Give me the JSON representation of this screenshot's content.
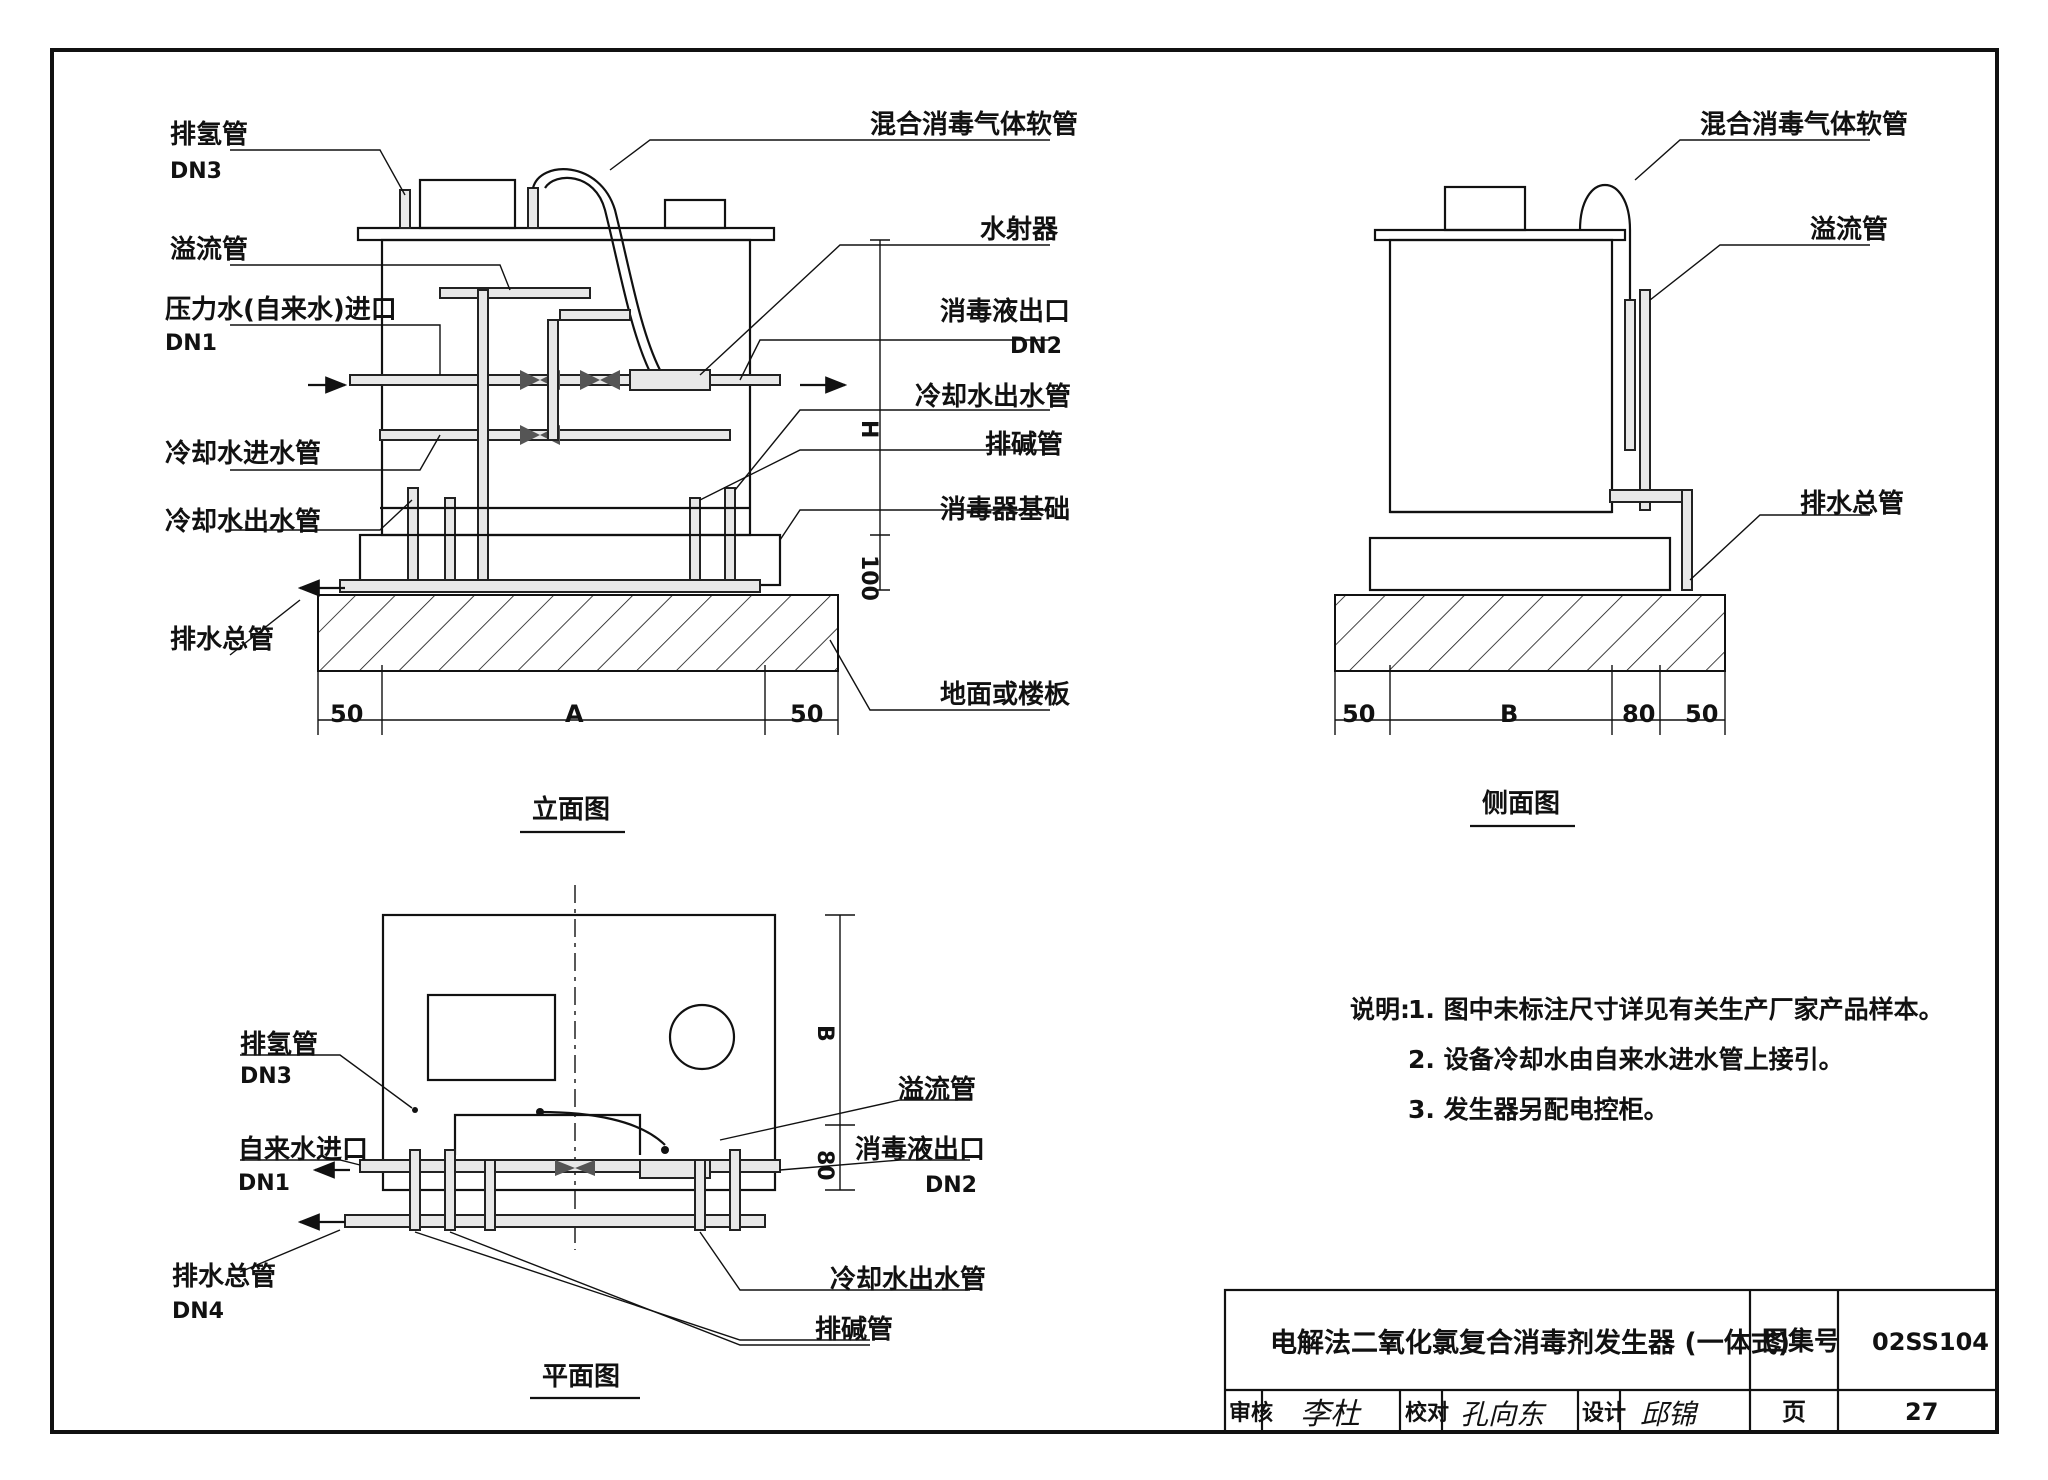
{
  "elevation": {
    "title": "立面图",
    "labels": {
      "h2_pipe": "排氢管",
      "h2_dn": "DN3",
      "mixed_hose": "混合消毒气体软管",
      "overflow": "溢流管",
      "ejector": "水射器",
      "pressure_inlet": "压力水(自来水)进口",
      "inlet_dn": "DN1",
      "disinfect_outlet": "消毒液出口",
      "outlet_dn": "DN2",
      "cool_in": "冷却水进水管",
      "cool_out_right": "冷却水出水管",
      "alkali": "排碱管",
      "cool_out_left": "冷却水出水管",
      "base": "消毒器基础",
      "drain_main": "排水总管",
      "floor": "地面或楼板"
    },
    "dims": {
      "left": "50",
      "a": "A",
      "right": "50",
      "h": "H",
      "h100": "100"
    }
  },
  "side": {
    "title": "侧面图",
    "labels": {
      "mixed_hose": "混合消毒气体软管",
      "overflow": "溢流管",
      "drain_main": "排水总管"
    },
    "dims": {
      "left": "50",
      "b": "B",
      "d80": "80",
      "right": "50"
    }
  },
  "plan": {
    "title": "平面图",
    "labels": {
      "h2_pipe": "排氢管",
      "h2_dn": "DN3",
      "overflow": "溢流管",
      "tap_inlet": "自来水进口",
      "inlet_dn": "DN1",
      "disinfect_outlet": "消毒液出口",
      "outlet_dn": "DN2",
      "drain_main": "排水总管",
      "drain_dn": "DN4",
      "cool_out": "冷却水出水管",
      "alkali": "排碱管"
    },
    "dims": {
      "b": "B",
      "d80": "80"
    }
  },
  "notes": {
    "prefix": "说明:",
    "items": [
      "1. 图中未标注尺寸详见有关生产厂家产品样本。",
      "2. 设备冷却水由自来水进水管上接引。",
      "3. 发生器另配电控柜。"
    ]
  },
  "title_block": {
    "drawing_title": "电解法二氧化氯复合消毒剂发生器 (一体式)",
    "atlas_label": "图集号",
    "atlas_no": "02SS104",
    "review_label": "审核",
    "review_sig": "李杜",
    "check_label": "校对",
    "check_sig": "孔向东",
    "design_label": "设计",
    "design_sig": "邱锦",
    "page_label": "页",
    "page_no": "27"
  }
}
